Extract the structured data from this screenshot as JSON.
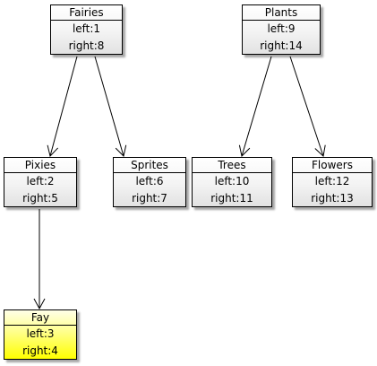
{
  "nodes": {
    "fairies": {
      "title": "Fairies",
      "left": "left:1",
      "right": "right:8"
    },
    "plants": {
      "title": "Plants",
      "left": "left:9",
      "right": "right:14"
    },
    "pixies": {
      "title": "Pixies",
      "left": "left:2",
      "right": "right:5"
    },
    "sprites": {
      "title": "Sprites",
      "left": "left:6",
      "right": "right:7"
    },
    "trees": {
      "title": "Trees",
      "left": "left:10",
      "right": "right:11"
    },
    "flowers": {
      "title": "Flowers",
      "left": "left:12",
      "right": "right:13"
    },
    "fay": {
      "title": "Fay",
      "left": "left:3",
      "right": "right:4"
    }
  },
  "edges": [
    {
      "from": "Fairies",
      "to": "Pixies"
    },
    {
      "from": "Fairies",
      "to": "Sprites"
    },
    {
      "from": "Plants",
      "to": "Trees"
    },
    {
      "from": "Plants",
      "to": "Flowers"
    },
    {
      "from": "Pixies",
      "to": "Fay"
    }
  ],
  "colors": {
    "node_fill": "#f3f3f3",
    "highlight_fill": "#ffff00",
    "stroke": "#000000"
  }
}
